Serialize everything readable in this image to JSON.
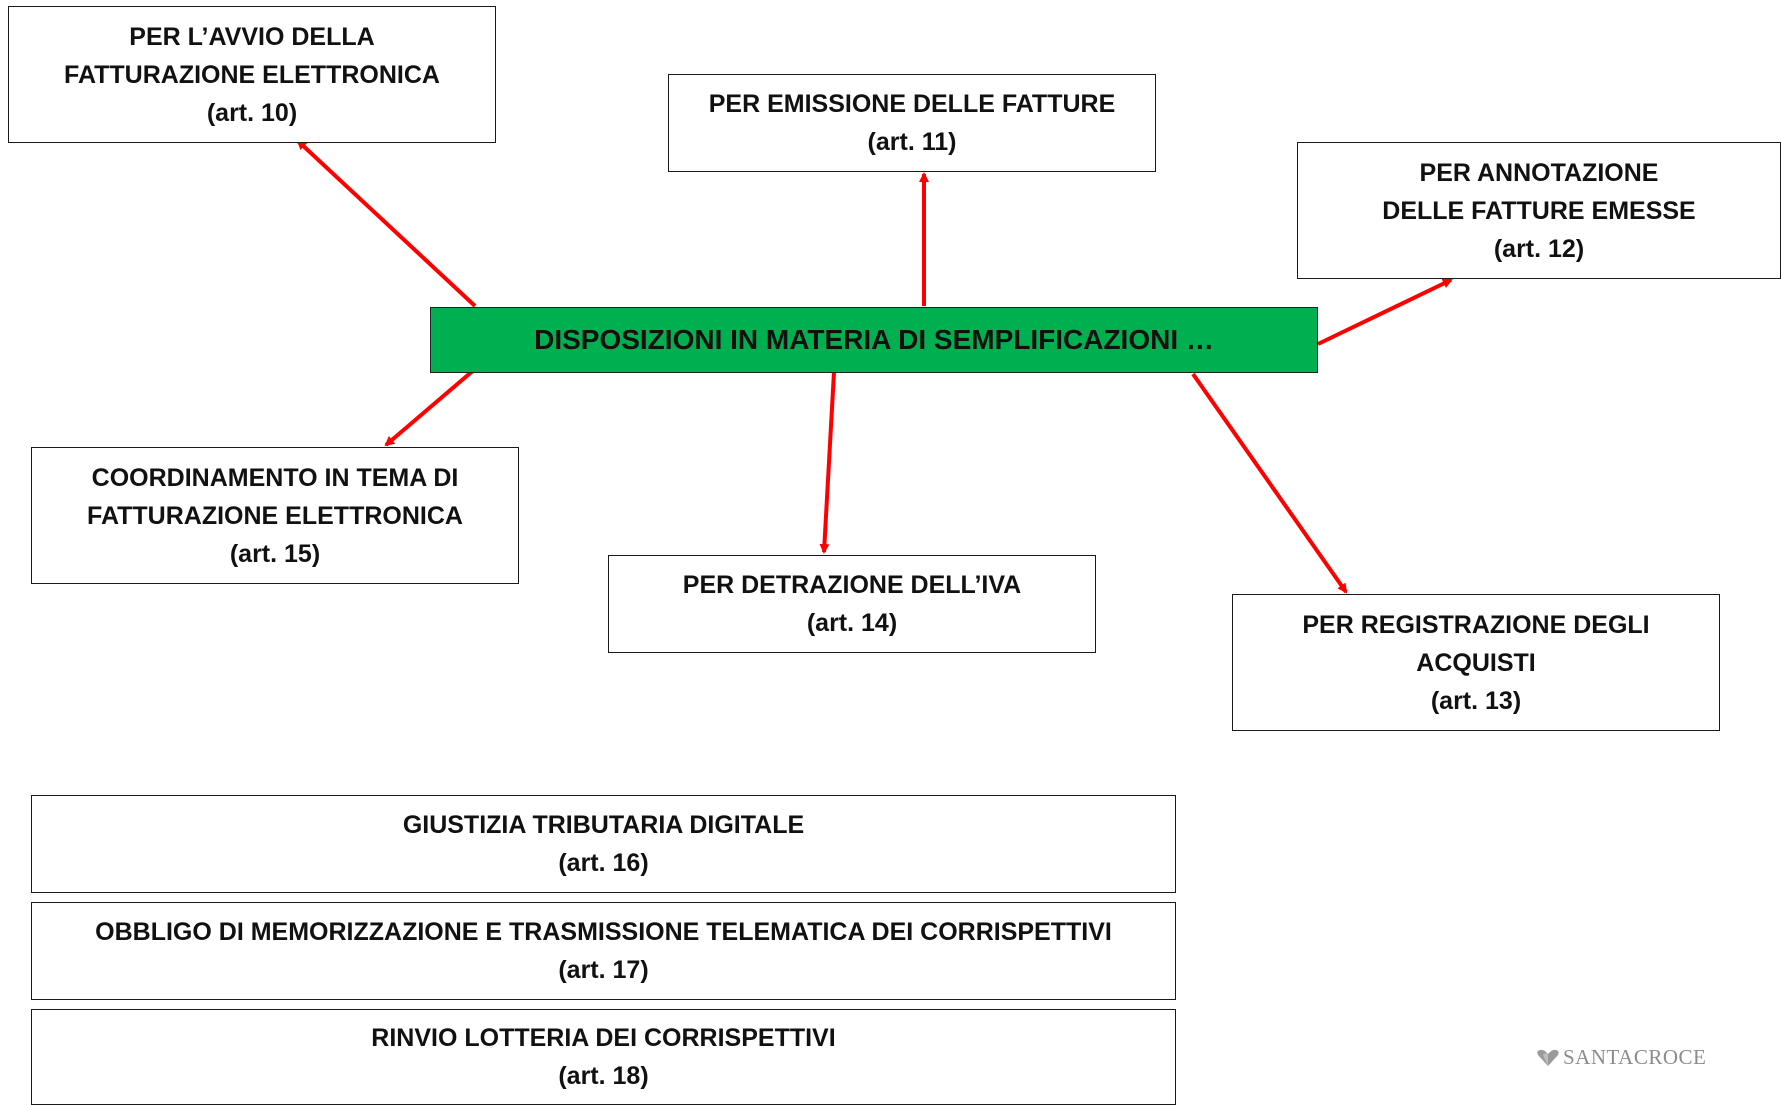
{
  "center": {
    "label": "DISPOSIZIONI IN MATERIA DI SEMPLIFICAZIONI …",
    "fill": "#00b050"
  },
  "arrow_color": "#ff0000",
  "boxes": {
    "art10": {
      "line1": "PER L’AVVIO DELLA",
      "line2": "FATTURAZIONE ELETTRONICA",
      "line3": "(art. 10)"
    },
    "art11": {
      "line1": "PER EMISSIONE DELLE FATTURE",
      "line2": "(art. 11)"
    },
    "art12": {
      "line1": "PER ANNOTAZIONE",
      "line2": "DELLE FATTURE EMESSE",
      "line3": "(art. 12)"
    },
    "art15": {
      "line1": "COORDINAMENTO IN TEMA DI",
      "line2": "FATTURAZIONE ELETTRONICA",
      "line3": "(art. 15)"
    },
    "art14": {
      "line1": "PER DETRAZIONE DELL’IVA",
      "line2": "(art. 14)"
    },
    "art13": {
      "line1": "PER REGISTRAZIONE DEGLI",
      "line2": "ACQUISTI",
      "line3": "(art. 13)"
    },
    "art16": {
      "line1": "GIUSTIZIA TRIBUTARIA DIGITALE",
      "line2": "(art. 16)"
    },
    "art17": {
      "line1": "OBBLIGO DI MEMORIZZAZIONE E TRASMISSIONE TELEMATICA DEI CORRISPETTIVI",
      "line2": "(art. 17)"
    },
    "art18": {
      "line1": "RINVIO LOTTERIA DEI CORRISPETTIVI",
      "line2": "(art. 18)"
    }
  },
  "logo": {
    "text": "SANTACROCE",
    "icon": "heart-logo-icon"
  }
}
